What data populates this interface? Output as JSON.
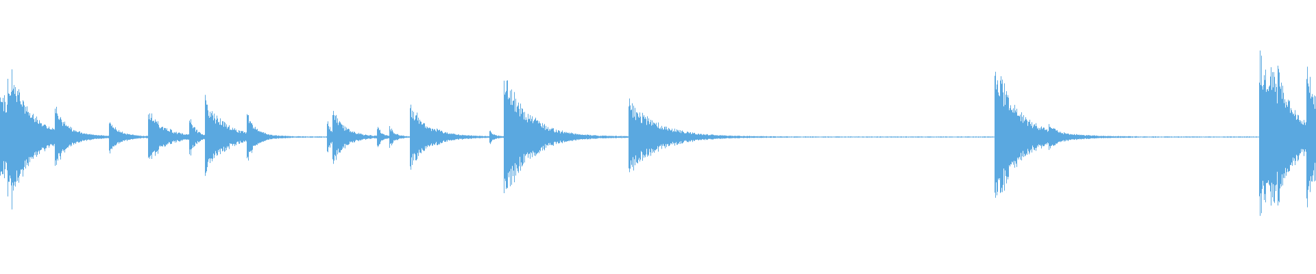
{
  "waveform": {
    "color": "#5aa8e0",
    "background": "#ffffff",
    "duration_fraction_note": "",
    "transients": [
      {
        "t": 0.0,
        "amp": 0.5,
        "decay": 0.02
      },
      {
        "t": 0.006,
        "amp": 0.22,
        "decay": 0.01
      },
      {
        "t": 0.009,
        "amp": 0.24,
        "decay": 0.012
      },
      {
        "t": 0.042,
        "amp": 0.24,
        "decay": 0.008
      },
      {
        "t": 0.083,
        "amp": 0.15,
        "decay": 0.008
      },
      {
        "t": 0.113,
        "amp": 0.27,
        "decay": 0.012
      },
      {
        "t": 0.144,
        "amp": 0.21,
        "decay": 0.004
      },
      {
        "t": 0.156,
        "amp": 0.4,
        "decay": 0.014
      },
      {
        "t": 0.188,
        "amp": 0.2,
        "decay": 0.006
      },
      {
        "t": 0.249,
        "amp": 0.15,
        "decay": 0.004
      },
      {
        "t": 0.253,
        "amp": 0.25,
        "decay": 0.01
      },
      {
        "t": 0.287,
        "amp": 0.1,
        "decay": 0.003
      },
      {
        "t": 0.296,
        "amp": 0.1,
        "decay": 0.004
      },
      {
        "t": 0.312,
        "amp": 0.32,
        "decay": 0.014
      },
      {
        "t": 0.372,
        "amp": 0.07,
        "decay": 0.003
      },
      {
        "t": 0.383,
        "amp": 0.67,
        "decay": 0.018
      },
      {
        "t": 0.478,
        "amp": 0.36,
        "decay": 0.022
      },
      {
        "t": 0.756,
        "amp": 0.75,
        "decay": 0.018
      },
      {
        "t": 0.797,
        "amp": 0.08,
        "decay": 0.003
      },
      {
        "t": 0.957,
        "amp": 0.86,
        "decay": 0.02
      },
      {
        "t": 0.966,
        "amp": 0.25,
        "decay": 0.008
      },
      {
        "t": 0.971,
        "amp": 0.2,
        "decay": 0.006
      },
      {
        "t": 0.993,
        "amp": 0.6,
        "decay": 0.01
      }
    ]
  }
}
